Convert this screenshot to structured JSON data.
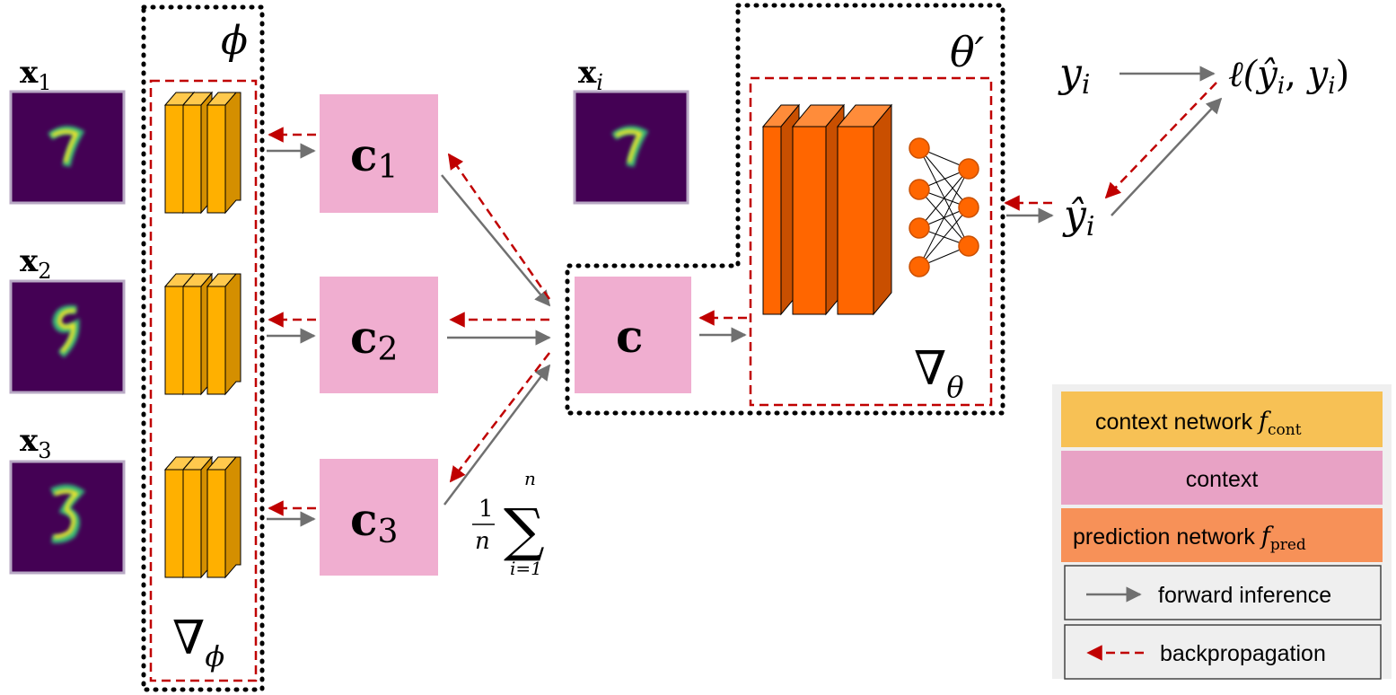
{
  "inputs": [
    {
      "label": "x",
      "sub": "1",
      "digit": "7"
    },
    {
      "label": "x",
      "sub": "2",
      "digit": "9"
    },
    {
      "label": "x",
      "sub": "3",
      "digit": "3"
    }
  ],
  "query": {
    "label": "x",
    "sub": "i",
    "digit": "7"
  },
  "phi": {
    "param": "ϕ",
    "grad": "∇",
    "grad_sub": "ϕ"
  },
  "contexts": [
    {
      "label": "c",
      "sub": "1"
    },
    {
      "label": "c",
      "sub": "2"
    },
    {
      "label": "c",
      "sub": "3"
    }
  ],
  "aggregate": {
    "label": "c",
    "frac_num": "1",
    "frac_den": "n",
    "sum": "∑",
    "sum_top": "n",
    "sum_bottom": "i=1"
  },
  "theta": {
    "param": "θ′",
    "grad": "∇",
    "grad_sub": "θ"
  },
  "target": {
    "y": "y",
    "sub": "i"
  },
  "prediction": {
    "y": "ŷ",
    "sub": "i"
  },
  "loss": {
    "text": "ℓ(",
    "yhat": "ŷ",
    "sub1": "i",
    "mid": ", ",
    "y": "y",
    "sub2": "i",
    "close": ")"
  },
  "legend": {
    "context_network": {
      "text": "context network ",
      "math": "f",
      "sub": "cont"
    },
    "context": {
      "text": "context"
    },
    "prediction_network": {
      "text": "prediction network ",
      "math": "f",
      "sub": "pred"
    },
    "forward": {
      "text": "forward inference"
    },
    "backward": {
      "text": "backpropagation"
    }
  },
  "colors": {
    "context_network": "#f7c155",
    "context": "#e8a2c5",
    "prediction_network": "#f79158",
    "layer_yellow": "#ffb000",
    "layer_orange": "#ff6600",
    "digit_bg": "#440154",
    "forward_arrow": "#707070",
    "backward_arrow": "#c00000"
  }
}
